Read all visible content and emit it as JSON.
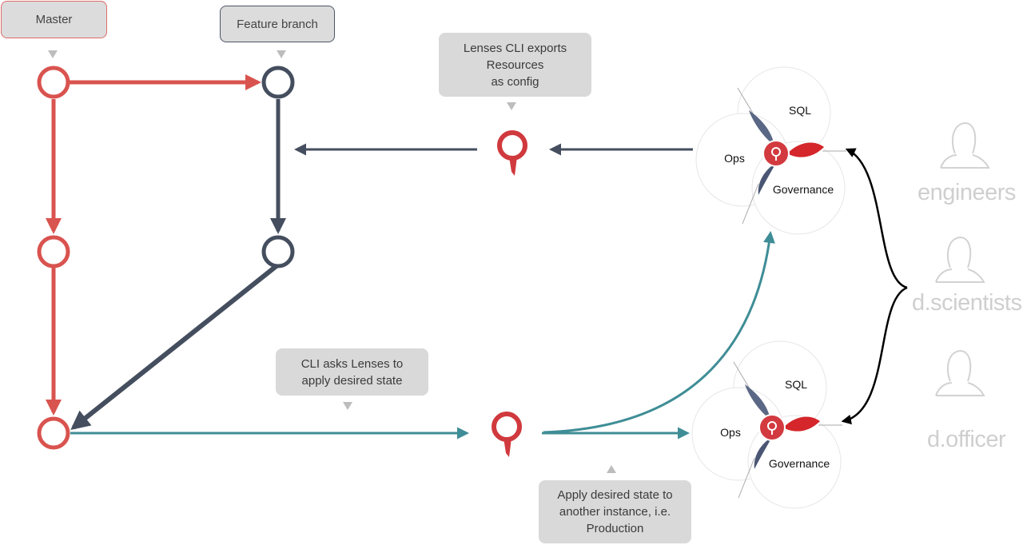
{
  "branches": {
    "master_label": "Master",
    "feature_label": "Feature branch"
  },
  "notes": {
    "export": "Lenses CLI exports\nResources\nas config",
    "cli_apply": "CLI asks Lenses to\napply desired state",
    "apply_other": "Apply desired state to\nanother instance, i.e.\nProduction"
  },
  "wheel_top": {
    "sql": "SQL",
    "ops": "Ops",
    "governance": "Governance"
  },
  "wheel_bottom": {
    "sql": "SQL",
    "ops": "Ops",
    "governance": "Governance"
  },
  "personas": {
    "engineers": "engineers",
    "scientists": "d.scientists",
    "officer": "d.officer"
  },
  "colors": {
    "master": "#d9534f",
    "feature": "#444e5e",
    "teal": "#3f8d96",
    "lenses_red": "#d0393d",
    "persona_gray": "#cfcfcf"
  }
}
